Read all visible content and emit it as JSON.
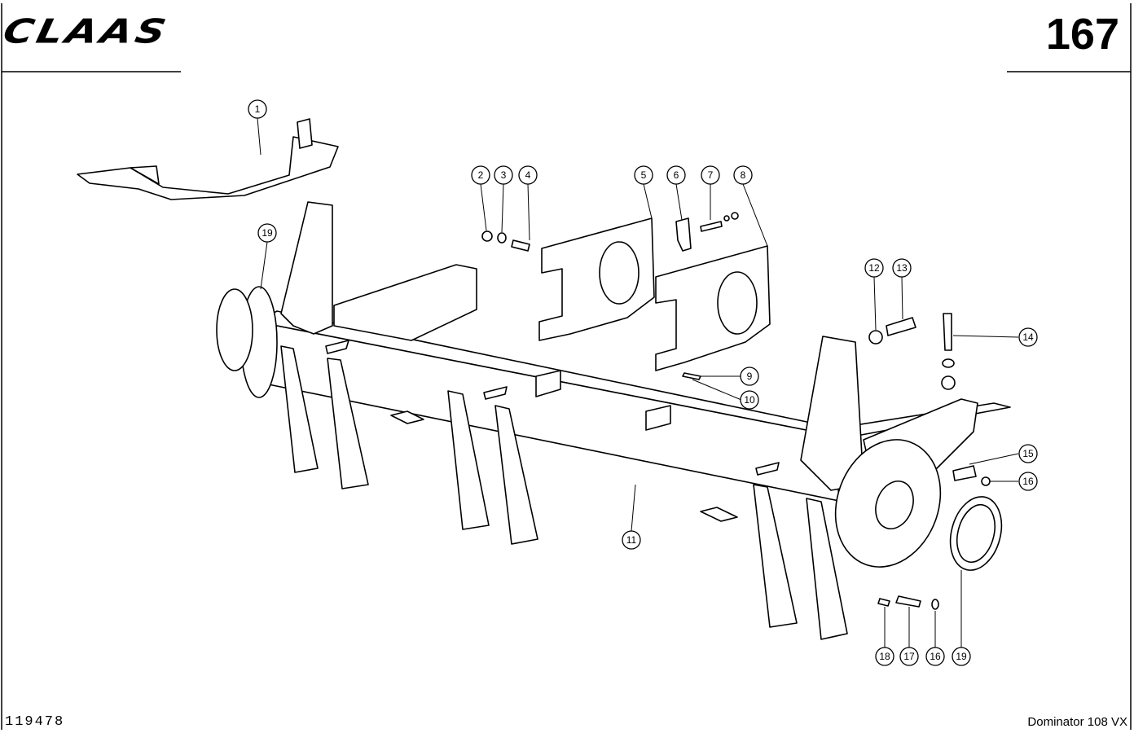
{
  "header": {
    "brand": "CLAAS",
    "page_number": "167"
  },
  "footer": {
    "ref_number": "119478",
    "model": "Dominator 108 VX"
  },
  "callouts": {
    "c1": "1",
    "c2": "2",
    "c3": "3",
    "c4": "4",
    "c5": "5",
    "c6": "6",
    "c7": "7",
    "c8": "8",
    "c9": "9",
    "c10": "10",
    "c11": "11",
    "c12": "12",
    "c13": "13",
    "c14": "14",
    "c15": "15",
    "c16a": "16",
    "c16b": "16",
    "c17": "17",
    "c18": "18",
    "c19a": "19",
    "c19b": "19"
  }
}
